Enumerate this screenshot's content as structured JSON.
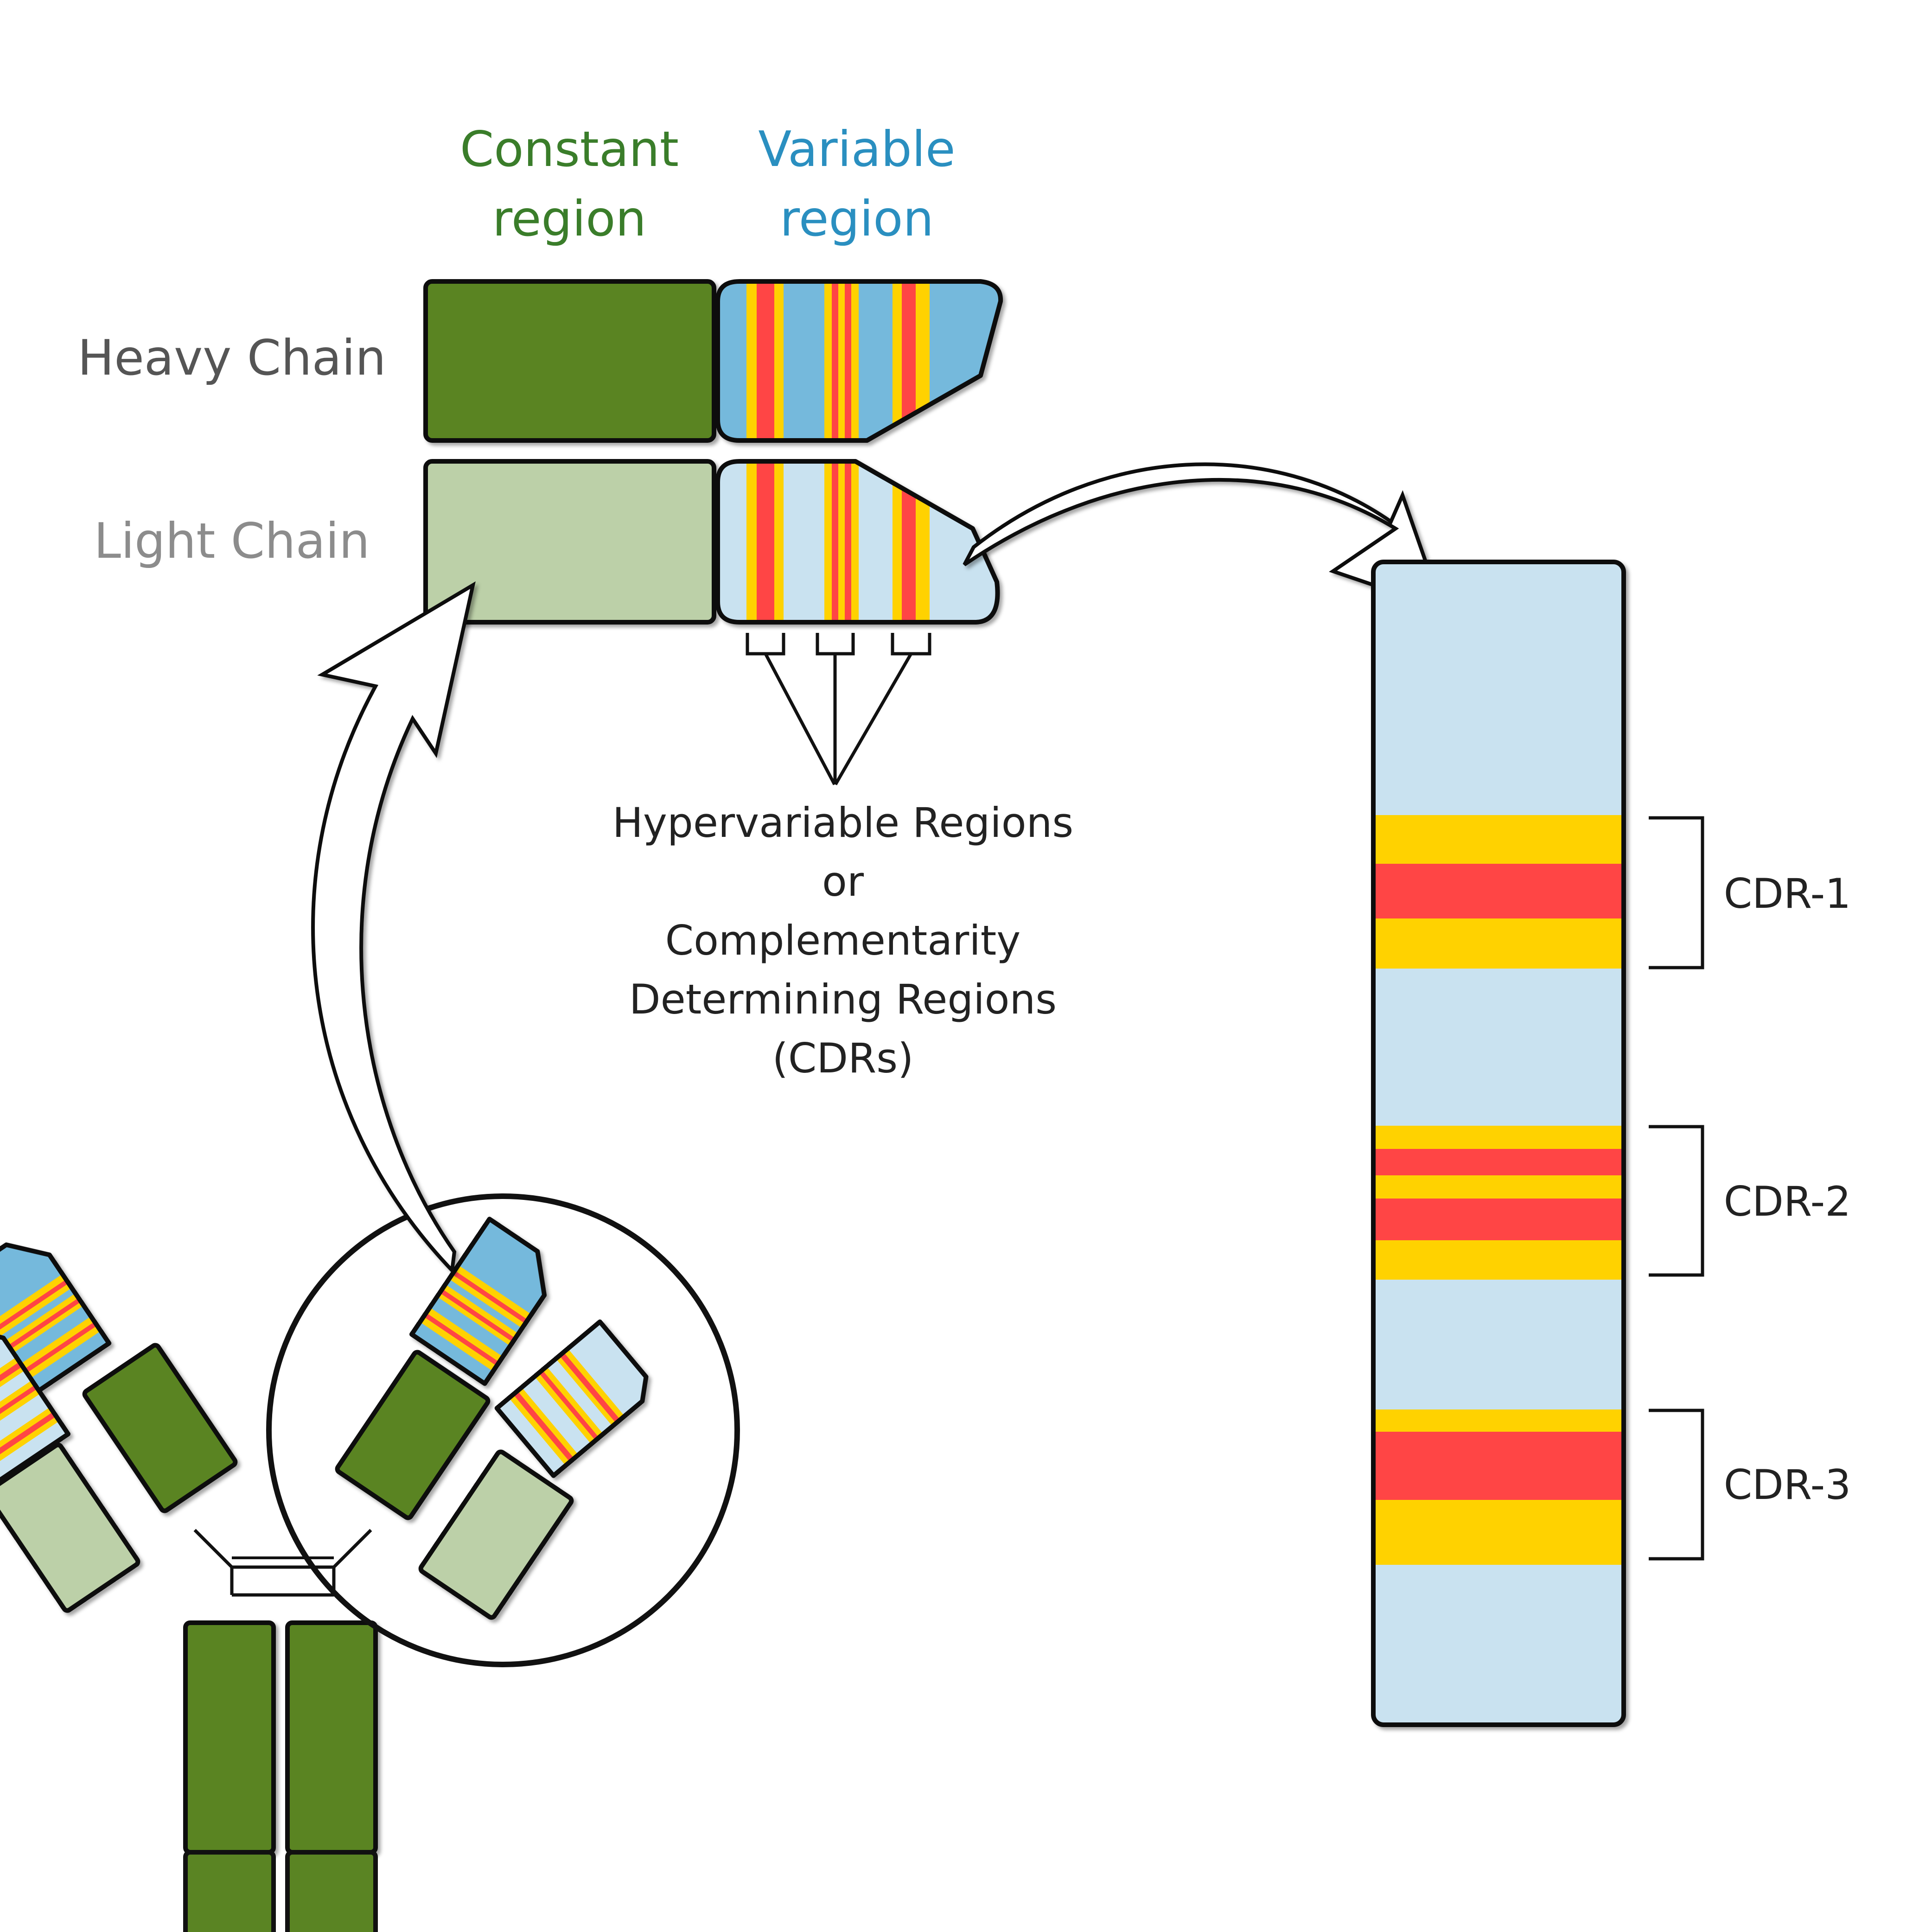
{
  "header": {
    "constant_line1": "Constant",
    "constant_line2": "region",
    "variable_line1": "Variable",
    "variable_line2": "region"
  },
  "row_labels": {
    "heavy": "Heavy Chain",
    "light": "Light Chain"
  },
  "hypervariable_caption": {
    "line1": "Hypervariable Regions",
    "line2": "or",
    "line3": "Complementarity",
    "line4": "Determining Regions",
    "line5": "(CDRs)"
  },
  "cdr_labels": [
    "CDR-1",
    "CDR-2",
    "CDR-3"
  ],
  "colors": {
    "constant_heavy": "#5a8423",
    "constant_light": "#bcd0a8",
    "variable_heavy": "#74b9dc",
    "variable_light": "#c9e2f0",
    "cdr_yellow": "#ffd200",
    "cdr_red": "#ff4444",
    "constant_label": "#3a7d2a",
    "variable_label": "#2a8fc0",
    "heavy_label": "#555555",
    "light_label": "#8c8c8c",
    "outline": "#111111"
  }
}
